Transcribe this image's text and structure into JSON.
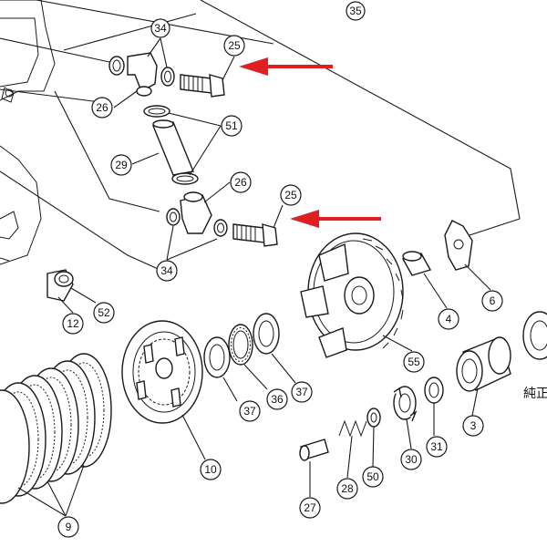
{
  "diagram": {
    "callouts": [
      {
        "id": "c35",
        "label": "35"
      },
      {
        "id": "c34a",
        "label": "34"
      },
      {
        "id": "c25a",
        "label": "25"
      },
      {
        "id": "c26a",
        "label": "26"
      },
      {
        "id": "c51",
        "label": "51"
      },
      {
        "id": "c29",
        "label": "29"
      },
      {
        "id": "c26b",
        "label": "26"
      },
      {
        "id": "c25b",
        "label": "25"
      },
      {
        "id": "c34b",
        "label": "34"
      },
      {
        "id": "c6",
        "label": "6"
      },
      {
        "id": "c4",
        "label": "4"
      },
      {
        "id": "c52",
        "label": "52"
      },
      {
        "id": "c12",
        "label": "12"
      },
      {
        "id": "c55",
        "label": "55"
      },
      {
        "id": "c37a",
        "label": "37"
      },
      {
        "id": "c36",
        "label": "36"
      },
      {
        "id": "c37b",
        "label": "37"
      },
      {
        "id": "c10",
        "label": "10"
      },
      {
        "id": "c3",
        "label": "3"
      },
      {
        "id": "c31",
        "label": "31"
      },
      {
        "id": "c30",
        "label": "30"
      },
      {
        "id": "c50",
        "label": "50"
      },
      {
        "id": "c28",
        "label": "28"
      },
      {
        "id": "c27",
        "label": "27"
      },
      {
        "id": "c9",
        "label": "9"
      }
    ],
    "side_text": "純正",
    "arrow_color": "#e02020"
  }
}
